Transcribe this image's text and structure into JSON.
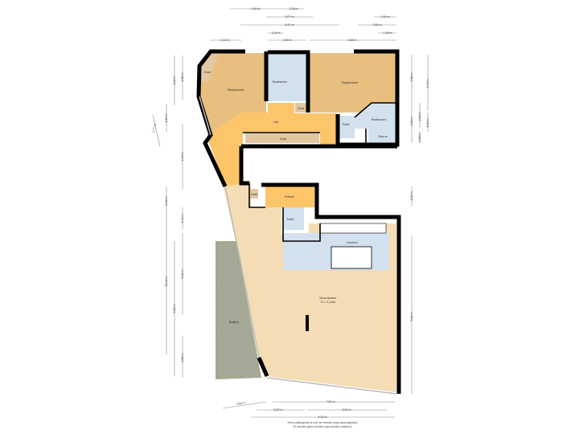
{
  "colors": {
    "bedroom": "#e8bf7f",
    "hall": "#fcc56a",
    "wet": "#d3e0ee",
    "living": "#f4ddb4",
    "storage": "#e2c7a0",
    "balcony": "#a9ad99",
    "wall": "#000000"
  },
  "rooms": {
    "kast_tl": "Kast",
    "bedroom1": "Slaapkamer",
    "bath1": "Badkamer",
    "kast_bath": "Kast",
    "bedroom2": "Slaapkamer",
    "hal": "Hal",
    "kast_hal": "Kast",
    "toilet1": "Toilet",
    "bath2": "Badkamer",
    "sauna": "Sauna",
    "kast_entree": "Kast",
    "entree": "Entree",
    "toilet2": "Toilet",
    "keuken": "Keuken",
    "woonkamer": "Woonkamer",
    "woonkamer_height": "H = 2,44m",
    "balkon": "Balkon"
  },
  "dims": {
    "top": [
      "3,46 m",
      "1,38 m",
      "3,07 m",
      "1,50 m",
      "6,47 m",
      "2,56 m",
      "1,04 m",
      "1,18 m",
      "2,14 m",
      "2,45 m",
      "3,65 m"
    ],
    "left": [
      "3,60 m",
      "2,98 m",
      "1,57 m",
      "1,77 m",
      "4,29 m",
      "0,33 m",
      "1,42 m",
      "10,21 m",
      "5,01 m",
      "8,63 m",
      "2,89 m"
    ],
    "right": [
      "2,86 m",
      "3,72 m",
      "2,63 m",
      "1,63 m",
      "0,38 m",
      "1,10 m",
      "1,33 m",
      "9,01 m"
    ],
    "bottom": [
      "2,94 m",
      "7,87 m",
      "5,20 m",
      "5,20 m",
      "9,32 m"
    ]
  },
  "footnote": [
    "Deze plattegrond is met de meeste zorg samengesteld",
    "Er kunnen geen rechten aan worden ontleend"
  ]
}
